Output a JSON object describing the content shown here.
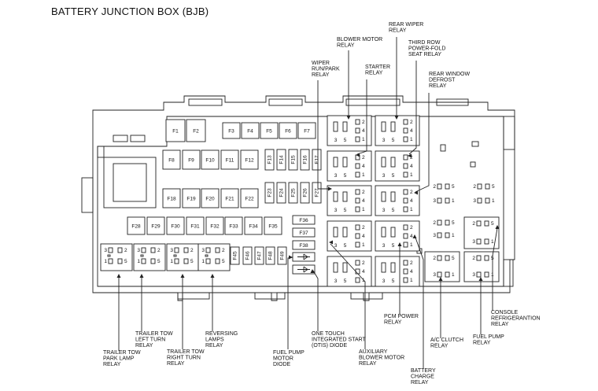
{
  "title": "BATTERY JUNCTION BOX (BJB)",
  "fuses": {
    "F1": "F1",
    "F2": "F2",
    "F3": "F3",
    "F4": "F4",
    "F5": "F5",
    "F6": "F6",
    "F7": "F7",
    "F8": "F8",
    "F9": "F9",
    "F10": "F10",
    "F11": "F11",
    "F12": "F12",
    "F13": "F13",
    "F14": "F14",
    "F15": "F15",
    "F16": "F16",
    "F17": "F17",
    "F18": "F18",
    "F19": "F19",
    "F20": "F20",
    "F21": "F21",
    "F22": "F22",
    "F23": "F23",
    "F24": "F24",
    "F25": "F25",
    "F26": "F26",
    "F27": "F27",
    "F28": "F28",
    "F29": "F29",
    "F30": "F30",
    "F31": "F31",
    "F32": "F32",
    "F33": "F33",
    "F34": "F34",
    "F35": "F35",
    "F36": "F36",
    "F37": "F37",
    "F38": "F38",
    "F45": "F45",
    "F46": "F46",
    "F47": "F47",
    "F48": "F48",
    "F49": "F49"
  },
  "pins": {
    "p1": "1",
    "p2": "2",
    "p3": "3",
    "p4": "4",
    "p5": "5"
  },
  "callouts": {
    "blower_motor_relay": [
      "BLOWER MOTOR",
      "RELAY"
    ],
    "rear_wiper_relay": [
      "REAR WIPER",
      "RELAY"
    ],
    "third_row_relay": [
      "THIRD ROW",
      "POWER-FOLD",
      "SEAT RELAY"
    ],
    "wiper_run_park_relay": [
      "WIPER",
      "RUN/PARK",
      "RELAY"
    ],
    "starter_relay": [
      "STARTER",
      "RELAY"
    ],
    "rear_window_defrost_relay": [
      "REAR WINDOW",
      "DEFROST",
      "RELAY"
    ],
    "trailer_tow_park_lamp_relay": [
      "TRAILER TOW",
      "PARK LAMP",
      "RELAY"
    ],
    "trailer_tow_left_turn_relay": [
      "TRAILER TOW",
      "LEFT TURN",
      "RELAY"
    ],
    "trailer_tow_right_turn_relay": [
      "TRAILER TOW",
      "RIGHT TURN",
      "RELAY"
    ],
    "reversing_lamps_relay": [
      "REVERSING",
      "LAMPS",
      "RELAY"
    ],
    "fuel_pump_motor_diode": [
      "FUEL PUMP",
      "MOTOR",
      "DIODE"
    ],
    "one_touch_start_diode": [
      "ONE TOUCH",
      "INTEGRATED START",
      "(OTIS) DIODE"
    ],
    "auxiliary_blower_motor_relay": [
      "AUXILIARY",
      "BLOWER MOTOR",
      "RELAY"
    ],
    "pcm_power_relay": [
      "PCM POWER",
      "RELAY"
    ],
    "battery_charge_relay": [
      "BATTERY",
      "CHARGE",
      "RELAY"
    ],
    "ac_clutch_relay": [
      "A/C CLUTCH",
      "RELAY"
    ],
    "fuel_pump_relay": [
      "FUEL PUMP",
      "RELAY"
    ],
    "console_refrigeration_relay": [
      "CONSOLE",
      "REFRIGERANTION",
      "RELAY"
    ]
  }
}
